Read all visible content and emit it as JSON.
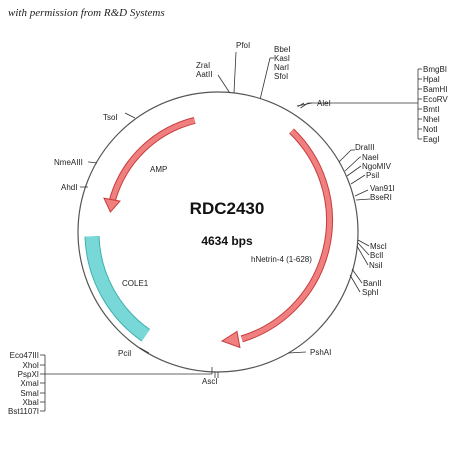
{
  "credit": "with permission from R&D Systems",
  "plasmid": {
    "name": "RDC2430",
    "size": "4634 bps"
  },
  "features": {
    "amp": "AMP",
    "insert": "hNetrin-4 (1-628)",
    "ori": "COLE1"
  },
  "colors": {
    "arrow_fill": "#f08080",
    "arrow_stroke": "#c83c3c",
    "ori_fill": "#78d8d8",
    "ori_stroke": "#40b0b0",
    "circle": "#555555"
  },
  "sites": {
    "pfoI": "PfoI",
    "zraI": "ZraI",
    "aatII": "AatII",
    "bbeI": "BbeI",
    "kasI": "KasI",
    "narI": "NarI",
    "sfoI": "SfoI",
    "aleI": "AleI",
    "mcs_right": [
      "BmgBI",
      "HpaI",
      "BamHI",
      "EcoRV",
      "BmtI",
      "NheI",
      "NotI",
      "EagI"
    ],
    "draIII": "DraIII",
    "naeI": "NaeI",
    "ngoMIV": "NgoMIV",
    "psiI": "PsiI",
    "van91I": "Van91I",
    "bseRI": "BseRI",
    "mscI": "MscI",
    "bclI": "BclI",
    "nsiI": "NsiI",
    "banII": "BanII",
    "sphI": "SphI",
    "pshAI": "PshAI",
    "ascI": "AscI",
    "pciI": "PciI",
    "mcs_left": [
      "Eco47III",
      "XhoI",
      "PspXI",
      "XmaI",
      "SmaI",
      "XbaI",
      "Bst1107I"
    ],
    "tsoI": "TsoI",
    "nmeAIII": "NmeAIII",
    "ahdI": "AhdI"
  }
}
